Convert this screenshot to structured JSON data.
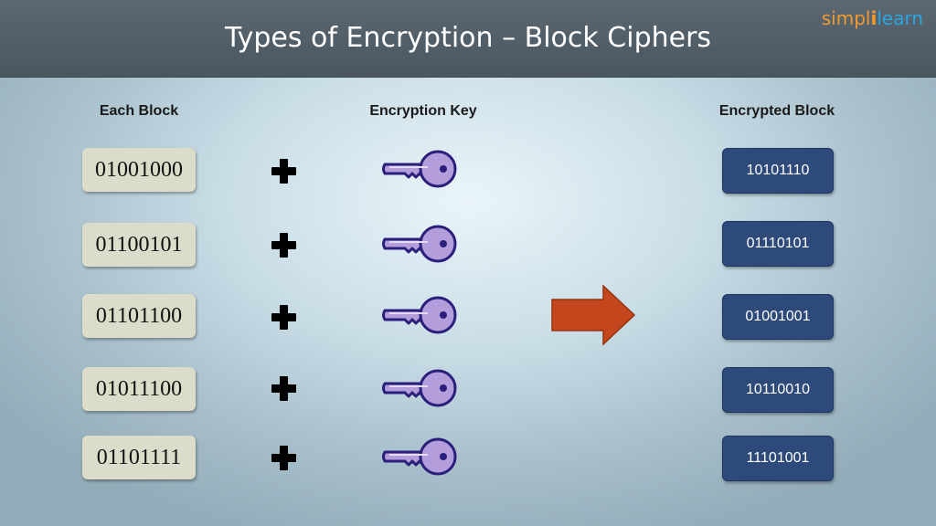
{
  "title": "Types of Encryption – Block Ciphers",
  "logo": {
    "part1": "simpl",
    "pipe": "i",
    "part2": "learn"
  },
  "columns": {
    "each_block": "Each Block",
    "encryption_key": "Encryption Key",
    "encrypted_block": "Encrypted Block"
  },
  "rows": [
    {
      "block": "01001000",
      "encrypted": "10101110"
    },
    {
      "block": "01100101",
      "encrypted": "01110101"
    },
    {
      "block": "01101100",
      "encrypted": "01001001"
    },
    {
      "block": "01011100",
      "encrypted": "10110010"
    },
    {
      "block": "01101111",
      "encrypted": "11101001"
    }
  ],
  "colors": {
    "key_fill": "#b39ddb",
    "key_stroke": "#2a1f7a",
    "encrypted_bg": "#2e4a7a",
    "arrow": "#c4461c"
  },
  "icons": {
    "operator": "plus-icon",
    "key": "key-icon",
    "arrow": "right-arrow-icon"
  }
}
